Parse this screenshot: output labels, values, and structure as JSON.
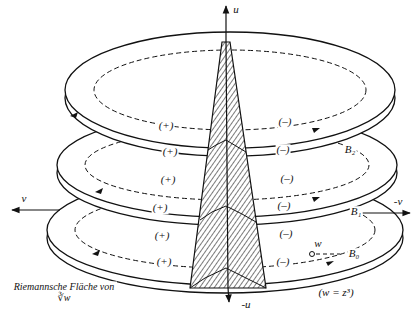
{
  "diagram": {
    "labels": [
      "u",
      "(+)",
      "(–)",
      "(+)",
      "(–)",
      "(+)",
      "(–)",
      "(+)",
      "(–)",
      "(+)",
      "(–)",
      "(+)",
      "(–)",
      "B₂",
      "B₁",
      "v",
      "-v",
      "w",
      "B₀",
      "Riemannsche Fläche von ∛w",
      "(w = z³)",
      "-u"
    ]
  }
}
